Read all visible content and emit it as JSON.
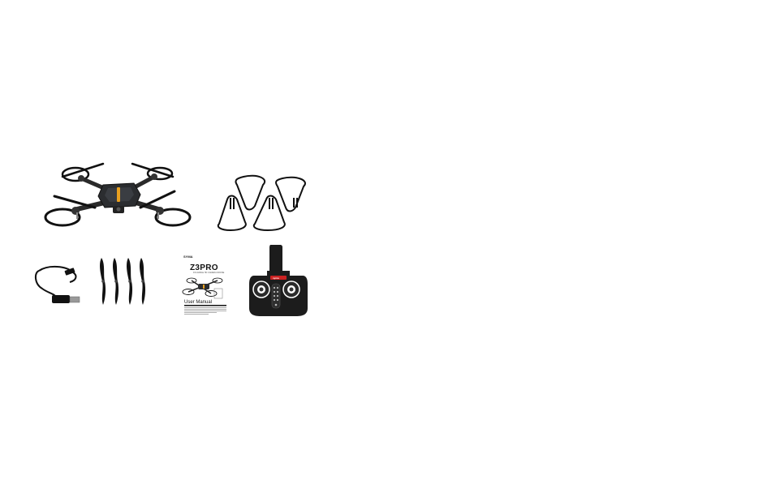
{
  "manual": {
    "brand": "SYMA",
    "model": "Z3PRO",
    "subtitle": "FOLDABLE HD CAMERA DRONE",
    "title": "User Manual"
  },
  "controller": {
    "logo": "syma"
  },
  "colors": {
    "background": "#ffffff",
    "product": "#1c1c1c",
    "accent": "#e8a020",
    "logo_red": "#cc2222"
  }
}
